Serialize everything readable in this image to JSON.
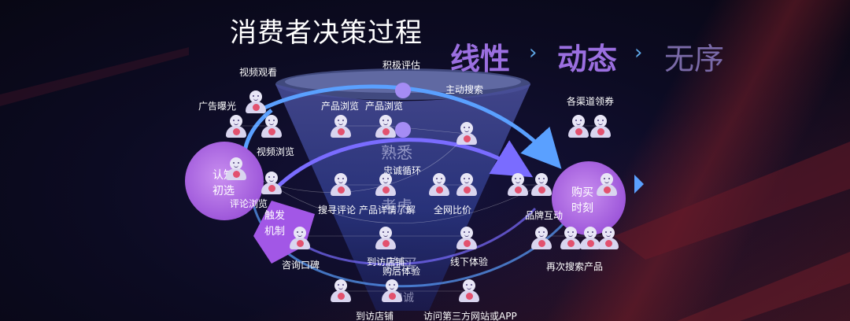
{
  "title": "消费者决策过程",
  "stages": [
    {
      "label": "线性",
      "color": "#9b6fe0"
    },
    {
      "label": "动态",
      "color": "#9b6fe0"
    },
    {
      "label": "无序",
      "color": "#7a6aa8"
    }
  ],
  "sep_glyph": "›",
  "circles": {
    "left": "认知\n初选",
    "right": "购买\n时刻",
    "trigger": "触发\n机制"
  },
  "funnel_labels": {
    "top": "积极评估",
    "familiar": "熟悉",
    "consider": "考虑",
    "buy": "购买",
    "bottom": "忠诚"
  },
  "loop_label": "忠诚循环",
  "touchpoints": [
    {
      "id": "tp1",
      "label": "视频观看"
    },
    {
      "id": "tp2",
      "label": "广告曝光"
    },
    {
      "id": "tp3",
      "label": "视频浏览"
    },
    {
      "id": "tp4",
      "label": "评论浏览"
    },
    {
      "id": "tp5",
      "label": "产品浏览"
    },
    {
      "id": "tp6",
      "label": "产品浏览"
    },
    {
      "id": "tp7",
      "label": "主动搜索"
    },
    {
      "id": "tp8",
      "label": "各渠道领券"
    },
    {
      "id": "tp9",
      "label": "搜寻评论"
    },
    {
      "id": "tp10",
      "label": "产品详情了解"
    },
    {
      "id": "tp11",
      "label": "全网比价"
    },
    {
      "id": "tp12",
      "label": "品牌互动"
    },
    {
      "id": "tp13",
      "label": "咨询口碑"
    },
    {
      "id": "tp14",
      "label": "到访店铺"
    },
    {
      "id": "tp15",
      "label": "购后体验"
    },
    {
      "id": "tp16",
      "label": "线下体验"
    },
    {
      "id": "tp17",
      "label": "再次搜索产品"
    },
    {
      "id": "tp18",
      "label": "到访店铺"
    },
    {
      "id": "tp19",
      "label": "访问第三方网站或APP"
    }
  ],
  "colors": {
    "accent_purple": "#9b6fe0",
    "loop_blue": "#5aa0ff",
    "badge_red": "#e2516e"
  }
}
